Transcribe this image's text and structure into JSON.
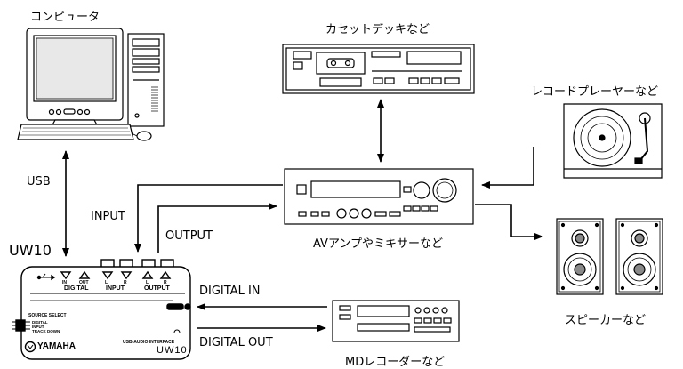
{
  "labels": {
    "computer": "コンピュータ",
    "cassette_deck": "カセットデッキなど",
    "record_player": "レコードプレーヤーなど",
    "av_amp": "AVアンプやミキサーなど",
    "speaker": "スピーカーなど",
    "md_recorder": "MDレコーダーなど",
    "usb": "USB",
    "input": "INPUT",
    "output": "OUTPUT",
    "uw10": "UW10",
    "digital_in": "DIGITAL IN",
    "digital_out": "DIGITAL OUT"
  },
  "device_panel": {
    "in": "IN",
    "out": "OUT",
    "digital": "DIGITAL",
    "input_l": "L",
    "input_r": "R",
    "input": "INPUT",
    "output_l": "L",
    "output_r": "R",
    "output": "OUTPUT",
    "source_select": "SOURCE SELECT",
    "src_digital": "DIGITAL",
    "src_input": "INPUT",
    "src_track_down": "TRACK DOWN",
    "brand": "YAMAHA",
    "interface": "USB-AUDIO INTERFACE",
    "model": "UW10"
  }
}
